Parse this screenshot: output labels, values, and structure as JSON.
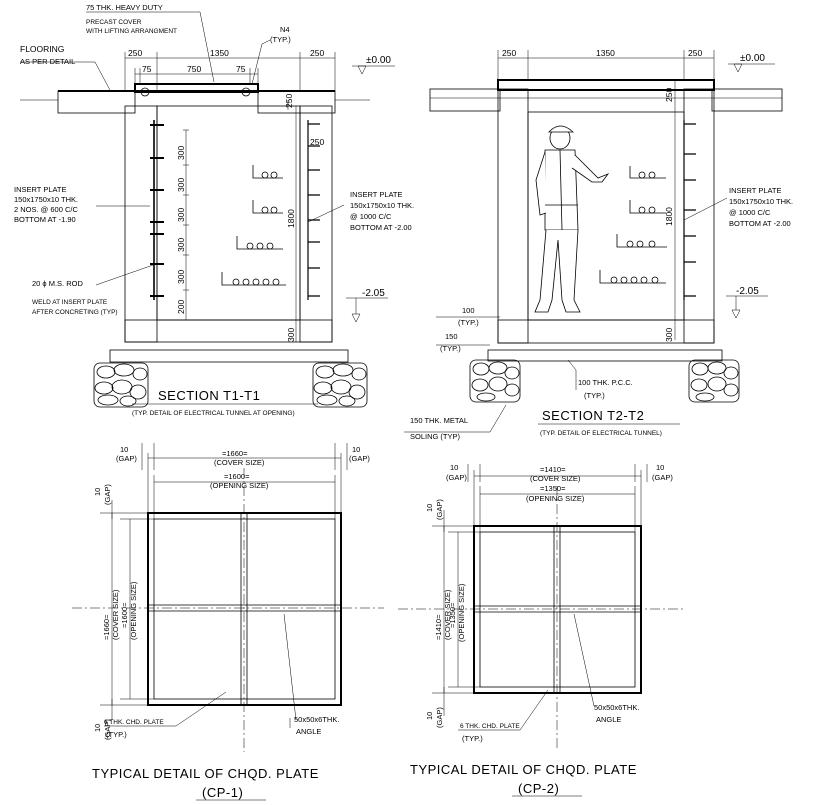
{
  "section_t1": {
    "cover_note": [
      "75 THK. HEAVY DUTY",
      "PRECAST COVER",
      "WITH LIFTING ARRANGMENT"
    ],
    "n4": "N4",
    "typ": "(TYP.)",
    "flooring": [
      "FLOORING",
      "AS PER DETAIL"
    ],
    "dims_top": [
      "250",
      "1350",
      "250"
    ],
    "dims_cover": [
      "75",
      "750",
      "75"
    ],
    "dim_250_side": "250",
    "dim_250_inner": "250",
    "spacing": [
      "300",
      "300",
      "300",
      "300",
      "300",
      "200"
    ],
    "dim_1800": "1800",
    "dim_300_bottom": "300",
    "level_top": "±0.00",
    "level_bottom": "-2.05",
    "insert_left": [
      "INSERT PLATE",
      "150x1750x10 THK.",
      "2 NOS. @ 600 C/C",
      "BOTTOM AT -1.90"
    ],
    "insert_right": [
      "INSERT PLATE",
      "150x1750x10 THK.",
      "@ 1000 C/C",
      "BOTTOM AT -2.00"
    ],
    "rod_note": [
      "20 ϕ M.S. ROD",
      "WELD AT INSERT PLATE",
      "AFTER CONCRETING (TYP)"
    ],
    "title": "SECTION  T1-T1",
    "subtitle": "(TYP. DETAIL OF ELECTRICAL TUNNEL AT OPENING)"
  },
  "section_t2": {
    "dims_top": [
      "250",
      "1350",
      "250"
    ],
    "level_top": "±0.00",
    "level_bottom": "-2.05",
    "dim_250": "250",
    "dim_1800": "1800",
    "dim_300": "300",
    "insert_right": [
      "INSERT PLATE",
      "150x1750x10 THK.",
      "@ 1000 C/C",
      "BOTTOM AT -2.00"
    ],
    "dim_100": "100",
    "dim_150": "150",
    "typ": "(TYP.)",
    "pcc_note": [
      "100 THK. P.C.C.",
      "(TYP.)"
    ],
    "soling": [
      "150 THK. METAL",
      "SOLING (TYP)"
    ],
    "title": "SECTION  T2-T2",
    "subtitle": "(TYP. DETAIL OF ELECTRICAL TUNNEL)"
  },
  "plate_cp1": {
    "gap": "10",
    "gap_label": "(GAP)",
    "cover_dim": "=1660=",
    "cover_label": "(COVER SIZE)",
    "opening_dim": "=1600=",
    "opening_label": "(OPENING SIZE)",
    "plate_note": [
      "6 THK. CHD. PLATE",
      "(TYP.)"
    ],
    "angle_note": [
      "50x50x6THK.",
      "ANGLE"
    ],
    "title": "TYPICAL  DETAIL  OF  CHQD.  PLATE",
    "code": "(CP-1)"
  },
  "plate_cp2": {
    "gap": "10",
    "gap_label": "(GAP)",
    "cover_dim": "=1410=",
    "cover_label": "(COVER SIZE)",
    "opening_dim": "=1350=",
    "opening_label": "(OPENING SIZE)",
    "plate_note": [
      "6 THK. CHD. PLATE",
      "(TYP.)"
    ],
    "angle_note": [
      "50x50x6THK.",
      "ANGLE"
    ],
    "title": "TYPICAL  DETAIL  OF  CHQD.  PLATE",
    "code": "(CP-2)"
  }
}
